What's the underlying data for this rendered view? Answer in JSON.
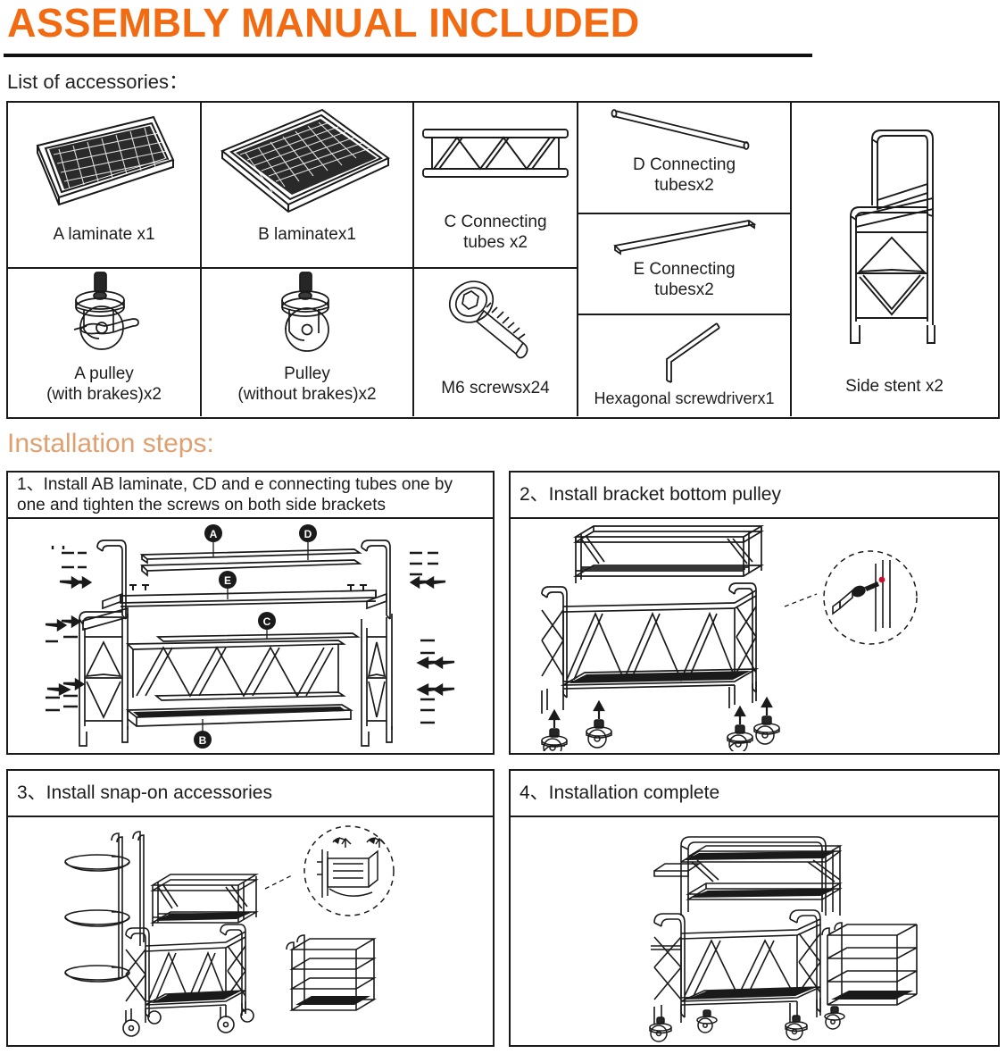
{
  "document": {
    "title": "ASSEMBLY MANUAL INCLUDED",
    "accessories_heading": "List of accessories：",
    "steps_heading": "Installation steps:",
    "title_color": "#F26A12",
    "steps_heading_color": "#DFA071",
    "rule_color": "#111111",
    "border_color": "#1a1a1a"
  },
  "accessories": [
    {
      "id": "a-laminate",
      "label": "A laminate x1",
      "icon": "laminate-narrow-icon"
    },
    {
      "id": "b-laminate",
      "label": "B laminatex1",
      "icon": "laminate-wide-icon"
    },
    {
      "id": "c-connecting-tubes",
      "label": "C Connecting\ntubes x2",
      "icon": "truss-tube-icon"
    },
    {
      "id": "d-connecting-tubes",
      "label": "D Connecting\ntubesx2",
      "icon": "round-tube-icon"
    },
    {
      "id": "e-connecting-tubes",
      "label": "E Connecting\ntubesx2",
      "icon": "flat-tube-icon"
    },
    {
      "id": "a-pulley",
      "label": "A pulley\n(with brakes)x2",
      "icon": "caster-with-brake-icon"
    },
    {
      "id": "pulley",
      "label": "Pulley\n(without brakes)x2",
      "icon": "caster-icon"
    },
    {
      "id": "m6-screws",
      "label": "M6 screwsx24",
      "icon": "screw-icon"
    },
    {
      "id": "hexagonal-screwdriver",
      "label": "Hexagonal screwdriverx1",
      "icon": "hex-key-icon"
    },
    {
      "id": "side-stent",
      "label": "Side stent x2",
      "icon": "side-frame-icon"
    }
  ],
  "steps": [
    {
      "number": "1",
      "heading": "1、Install AB laminate, CD and e connecting tubes one by\n     one and tighten the screws on both side brackets",
      "diagram": "exploded-frame-diagram",
      "callouts": [
        "A",
        "D",
        "E",
        "C",
        "B"
      ]
    },
    {
      "number": "2",
      "heading": "2、Install bracket bottom pulley",
      "diagram": "caster-install-diagram",
      "callouts": []
    },
    {
      "number": "3",
      "heading": "3、Install snap-on accessories",
      "diagram": "snap-on-accessories-diagram",
      "callouts": []
    },
    {
      "number": "4",
      "heading": "4、Installation complete",
      "diagram": "completed-cart-diagram",
      "callouts": []
    }
  ]
}
